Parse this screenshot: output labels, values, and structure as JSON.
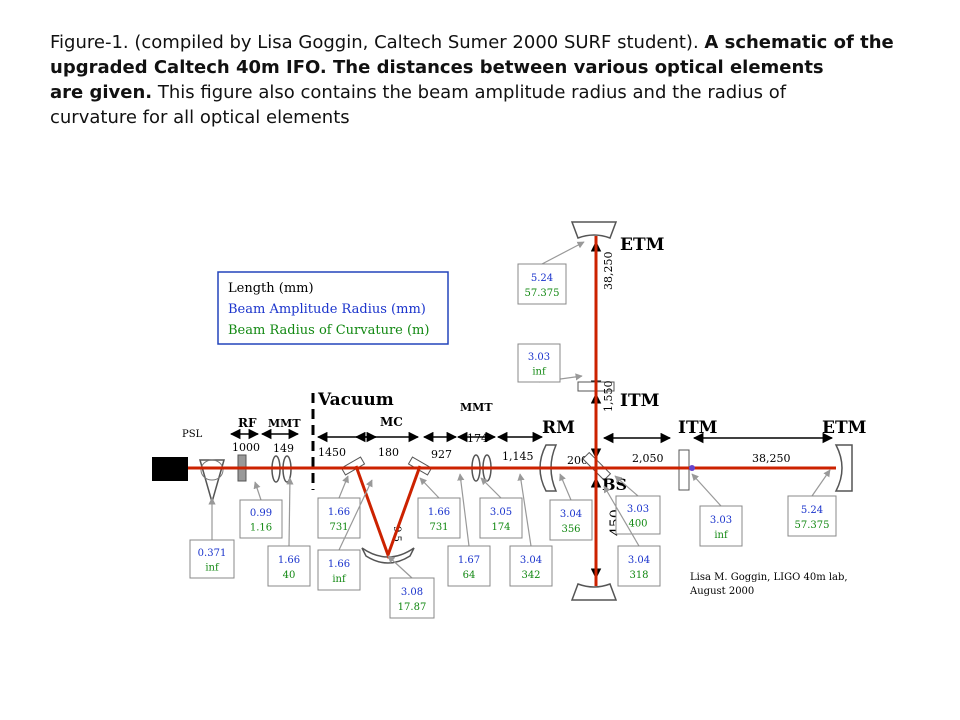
{
  "caption": {
    "line1_normal": "Figure-1.  (compiled by Lisa Goggin, Caltech Sumer 2000 SURF student). ",
    "line1_bold": "A schematic of the",
    "line2_bold": " upgraded Caltech 40m IFO. The distances between various optical elements",
    "line3_bold": " are given.",
    "line3_normal": " This figure also contains the beam amplitude radius  and the radius of",
    "line4_normal": "curvature  for all optical elements"
  },
  "legend": {
    "length": "Length (mm)",
    "amplitude": "Beam Amplitude Radius (mm)",
    "curvature": "Beam Radius of Curvature (m)"
  },
  "colors": {
    "beam": "#cc2200",
    "amplitude": "#1a33cc",
    "curvature": "#118811",
    "box_border": "#888888",
    "legend_border": "#2244bb"
  },
  "components": {
    "psl": "PSL",
    "rf": "RF",
    "mmt1": "MMT",
    "vacuum": "Vacuum",
    "mc": "MC",
    "mmt2": "MMT",
    "rm": "RM",
    "itm_x": "ITM",
    "etm_x": "ETM",
    "itm_y": "ITM",
    "etm_y": "ETM",
    "bs": "BS"
  },
  "distances": {
    "d1000": "1000",
    "d149": "149",
    "d1450": "1450",
    "d180": "180",
    "d927": "927",
    "d174": "174",
    "d1145": "1,145",
    "d200": "200",
    "d2050": "2,050",
    "d38250_x": "38,250",
    "d38250_y": "38,250",
    "d1550": "1,550",
    "d450": "450",
    "d9_5": "9.5"
  },
  "boxes": [
    {
      "amp": "0.371",
      "roc": "inf"
    },
    {
      "amp": "0.99",
      "roc": "1.16"
    },
    {
      "amp": "1.66",
      "roc": "40"
    },
    {
      "amp": "1.66",
      "roc": "731"
    },
    {
      "amp": "1.66",
      "roc": "inf"
    },
    {
      "amp": "3.08",
      "roc": "17.87"
    },
    {
      "amp": "1.66",
      "roc": "731"
    },
    {
      "amp": "1.67",
      "roc": "64"
    },
    {
      "amp": "3.05",
      "roc": "174"
    },
    {
      "amp": "3.04",
      "roc": "342"
    },
    {
      "amp": "3.04",
      "roc": "356"
    },
    {
      "amp": "3.03",
      "roc": "400"
    },
    {
      "amp": "3.04",
      "roc": "318"
    },
    {
      "amp": "3.03",
      "roc": "inf"
    },
    {
      "amp": "5.24",
      "roc": "57.375"
    },
    {
      "amp": "3.03",
      "roc": "inf"
    },
    {
      "amp": "5.24",
      "roc": "57.375"
    }
  ],
  "credit": {
    "line1": "Lisa M. Goggin, LIGO 40m lab,",
    "line2": "August 2000"
  }
}
